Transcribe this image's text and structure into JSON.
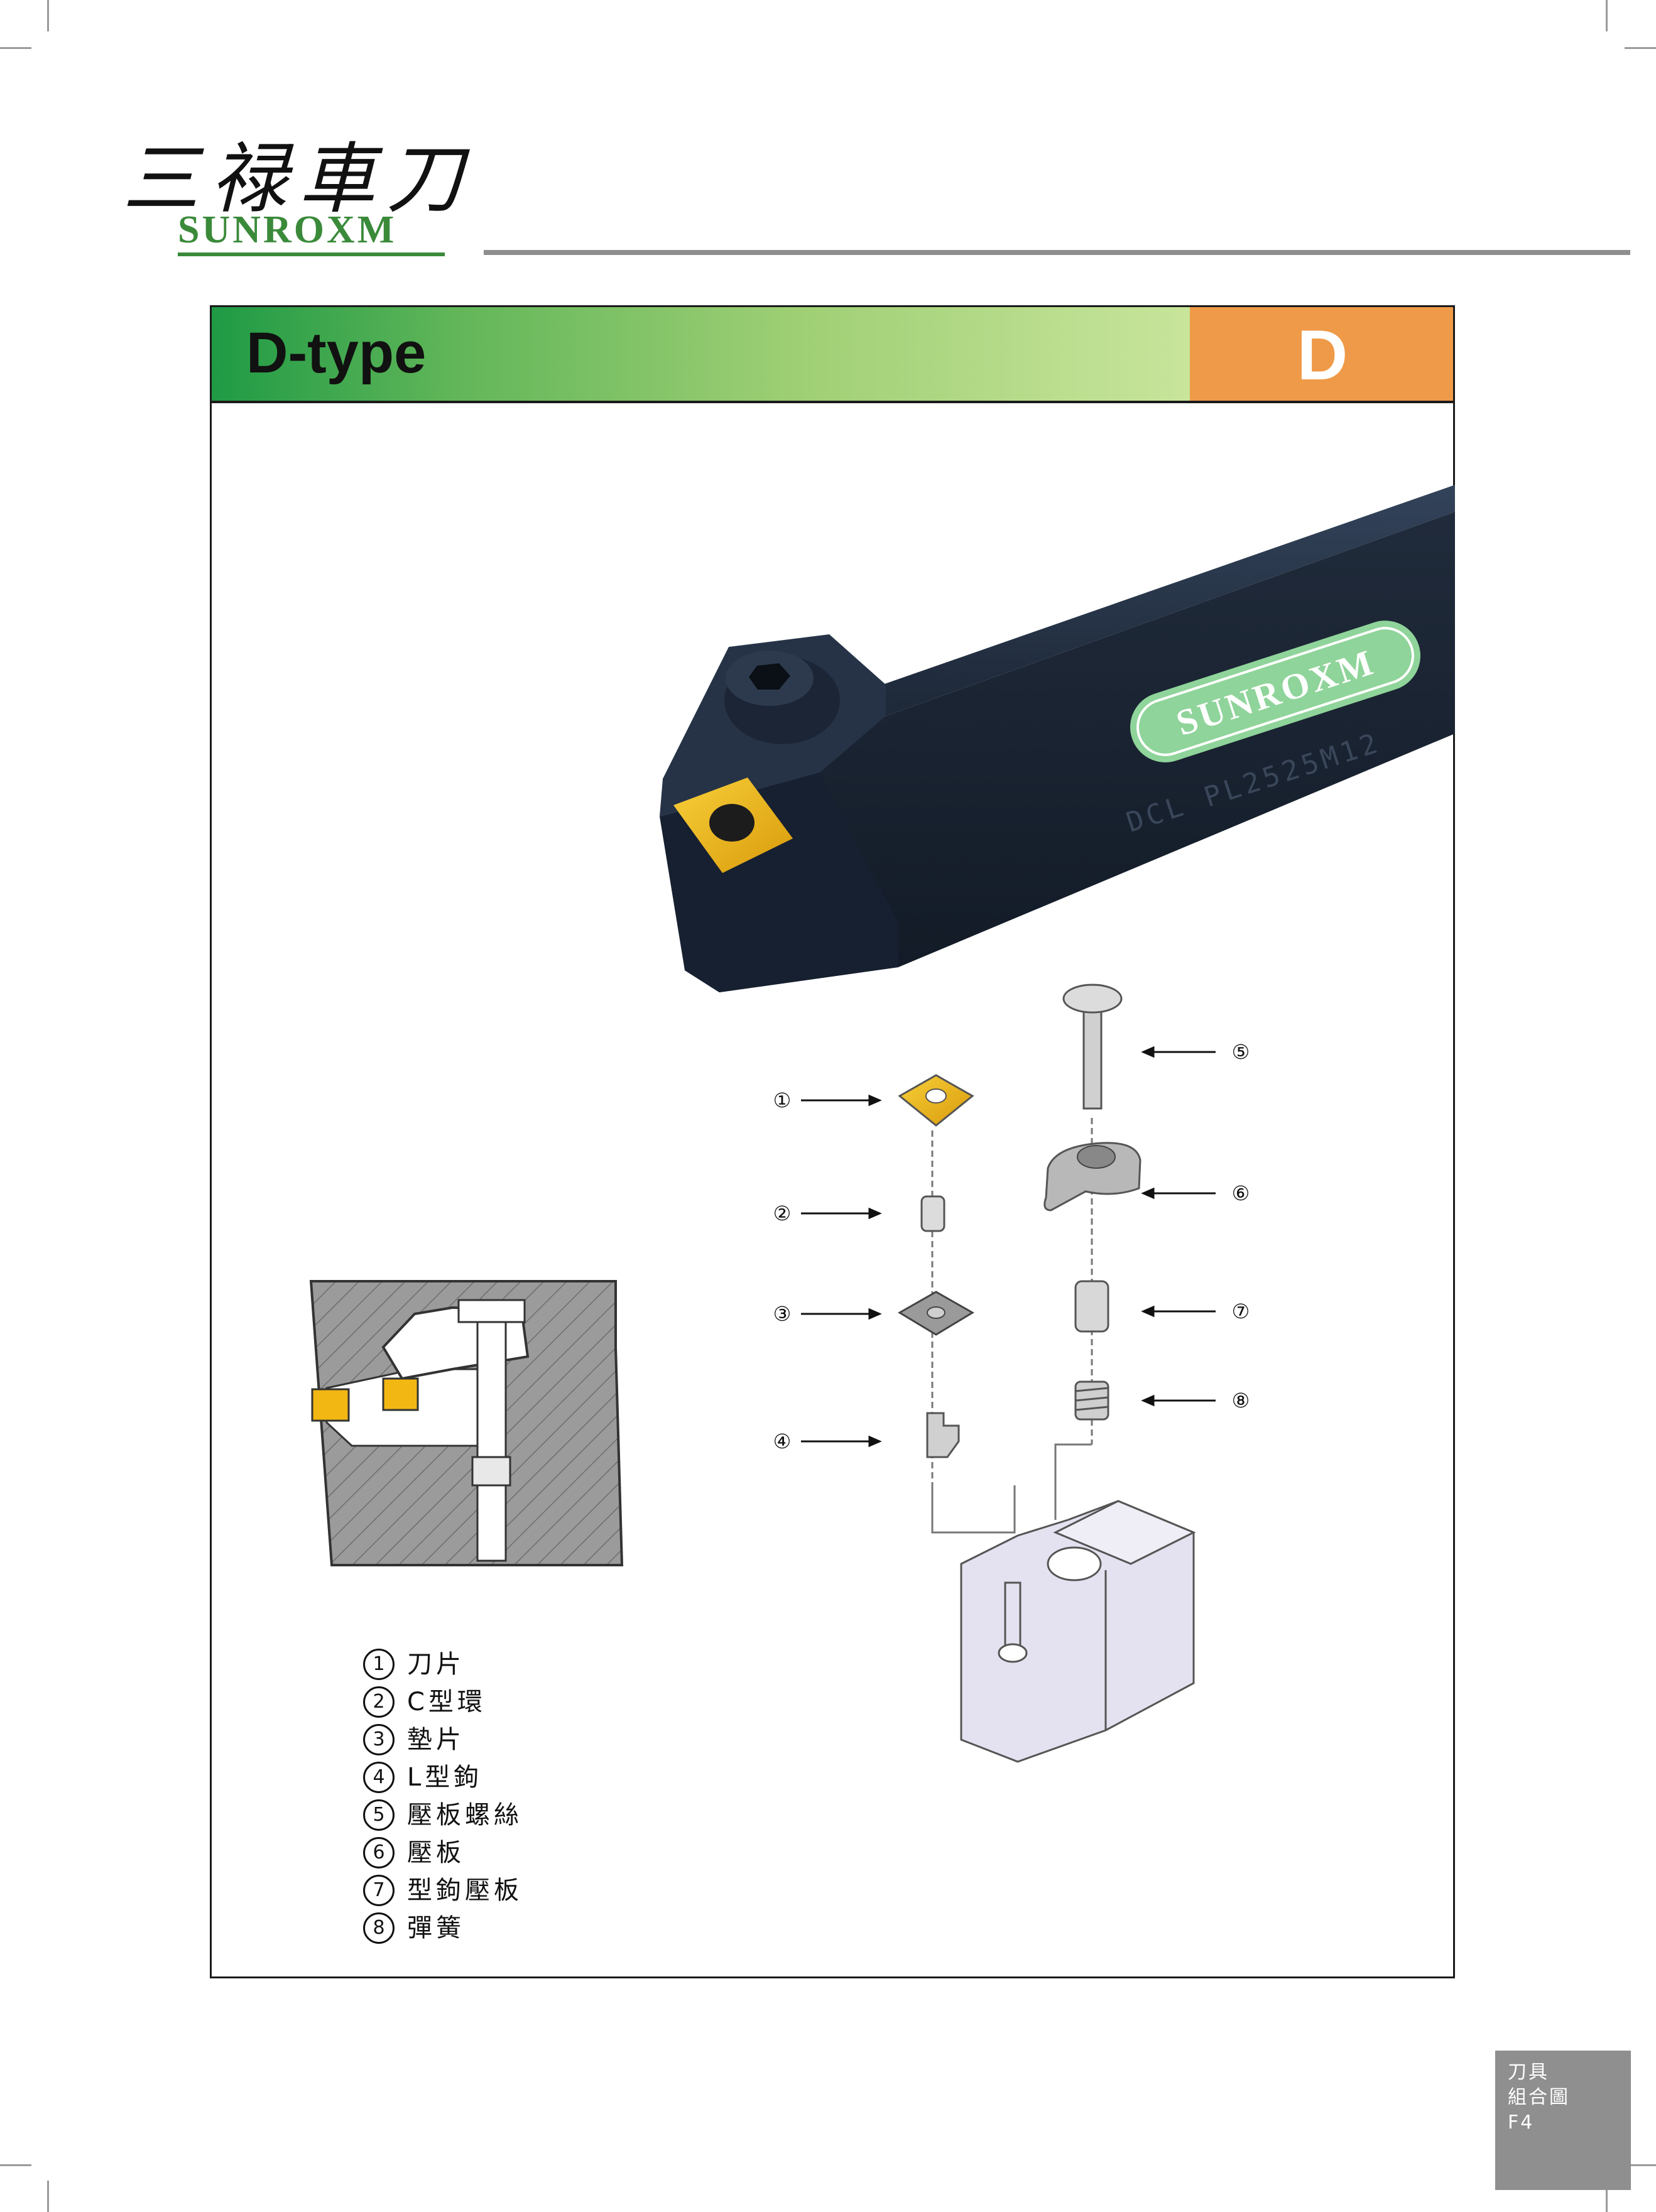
{
  "brand": {
    "name_cjk": "三禄車刀",
    "name_en": "SUNROXM"
  },
  "section": {
    "title": "D-type",
    "badge": "D"
  },
  "tool_label": "SUNROXM",
  "tool_marking": "DCL PL2525M12",
  "colors": {
    "insert": "#f2b711",
    "tool_body": "#1f2a3a",
    "green_accent": "#3a8a3a",
    "badge": "#ef9a48"
  },
  "callouts": [
    "①",
    "②",
    "③",
    "④",
    "⑤",
    "⑥",
    "⑦",
    "⑧"
  ],
  "legend": [
    {
      "num": "1",
      "label": "刀片"
    },
    {
      "num": "2",
      "label": "C型環"
    },
    {
      "num": "3",
      "label": "墊片"
    },
    {
      "num": "4",
      "label": "L型鉤"
    },
    {
      "num": "5",
      "label": "壓板螺絲"
    },
    {
      "num": "6",
      "label": "壓板"
    },
    {
      "num": "7",
      "label": "型鉤壓板"
    },
    {
      "num": "8",
      "label": "彈簧"
    }
  ],
  "page_tab": {
    "line1": "刀具",
    "line2": "組合圖",
    "line3": "F4"
  }
}
